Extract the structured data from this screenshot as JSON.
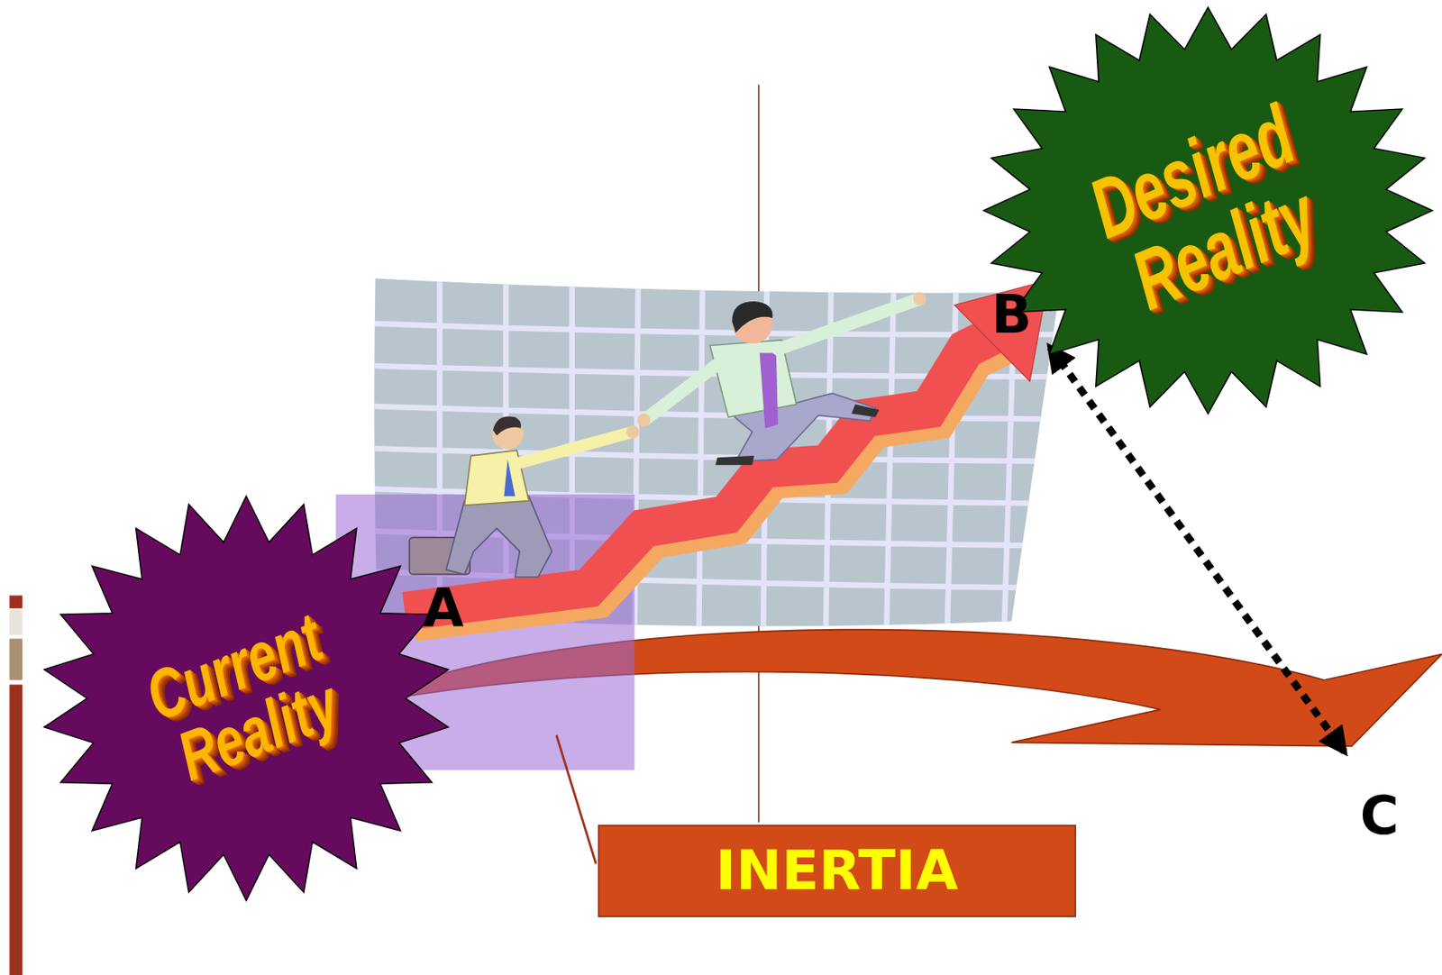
{
  "diagram": {
    "nodes": [
      {
        "text": [
          "Current Reality"
        ]
      },
      {
        "text": [
          "Desired Reality"
        ]
      },
      {
        "text": [
          "INERTIA"
        ]
      }
    ],
    "labels": [
      "A",
      "B",
      "C"
    ]
  }
}
